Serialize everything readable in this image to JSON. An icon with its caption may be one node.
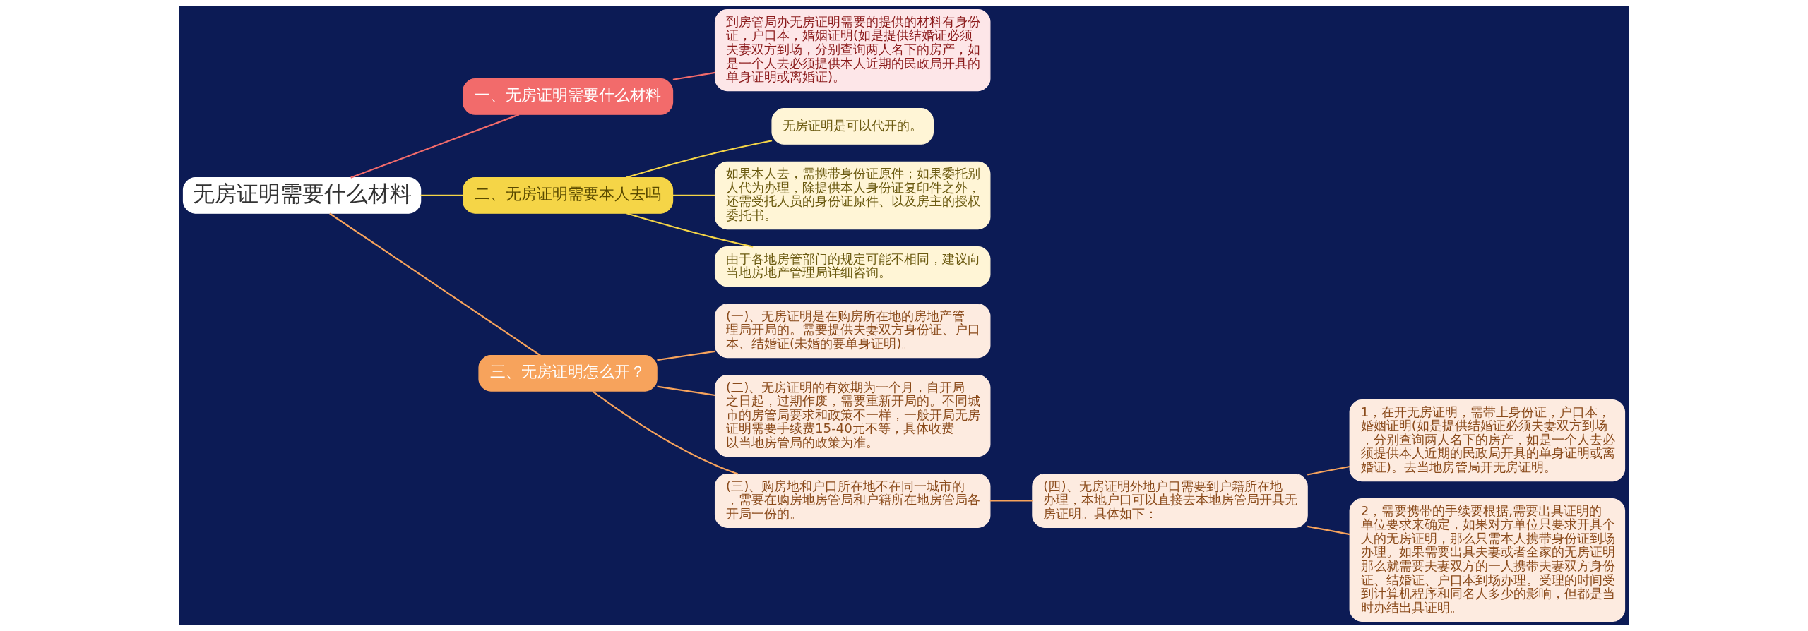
{
  "diagram": {
    "nodes": [
      {
        "text": [
          "无房证明需要什么材料"
        ]
      },
      {
        "text": [
          "一、无房证明需要什么材料"
        ]
      },
      {
        "text": [
          "到房管局办无房证明需要的提供的材料有身份证，户口本，婚姻证明(如是提供结婚证必须夫妻双方到场，分别查询两人名下的房产，如是一个人去必须提供本人近期的民政局开具的单身证明或离婚证)。"
        ]
      },
      {
        "text": [
          "二、无房证明需要本人去吗"
        ]
      },
      {
        "text": [
          "无房证明是可以代开的。"
        ]
      },
      {
        "text": [
          "如果本人去，需携带身份证原件；如果委托别人代为办理，除提供本人身份证复印件之外，还需受托人员的身份证原件、以及房主的授权委托书。"
        ]
      },
      {
        "text": [
          "由于各地房管部门的规定可能不相同，建议向当地房地产管理局详细咨询。"
        ]
      },
      {
        "text": [
          "三、无房证明怎么开？"
        ]
      },
      {
        "text": [
          "(一)、无房证明是在购房所在地的房地产管理局开局的。需要提供夫妻双方身份证、户口本、结婚证(未婚的要单身证明)。"
        ]
      },
      {
        "text": [
          "(二)、无房证明的有效期为一个月，自开局之日起，过期作废，需要重新开局的。不同城市的房管局要求和政策不一样，一般开局无房证明需要手续费15-40元不等，具体收费以当地房管局的政策为准。"
        ]
      },
      {
        "text": [
          "(三)、购房地和户口所在地不在同一城市的，需要在购房地房管局和户籍所在地房管局各开局一份的。"
        ]
      },
      {
        "text": [
          "(四)、无房证明外地户口需要到户籍所在地办理，本地户口可以直接去本地房管局开具无房证明。具体如下："
        ]
      },
      {
        "text": [
          "1，在开无房证明，需带上身份证，户口本，婚姻证明(如是提供结婚证必须夫妻双方到场，分别查询两人名下的房产，如是一个人去必须提供本人近期的民政局开具的单身证明或离婚证)。去当地房管局开无房证明。"
        ]
      },
      {
        "text": [
          "2，需要携带的手续要根据,需要出具证明的单位要求来确定，如果对方单位只要求开具个人的无房证明，那么只需本人携带身份证到场办理。如果需要出具夫妻或者全家的无房证明那么就需要夫妻双方的一人携带夫妻双方身份证、结婚证、户口本到场办理。受理的时间受到计算机程序和同名人多少的影响，但都是当时办结出具证明。"
        ]
      }
    ],
    "edges": [
      {
        "from": 0,
        "to": 1,
        "arrow": "none",
        "color": "#f26b6b"
      },
      {
        "from": 1,
        "to": 2,
        "arrow": "none",
        "color": "#f26b6b"
      },
      {
        "from": 0,
        "to": 3,
        "arrow": "none",
        "color": "#f5d547"
      },
      {
        "from": 3,
        "to": 4,
        "arrow": "none",
        "color": "#f5d547"
      },
      {
        "from": 3,
        "to": 5,
        "arrow": "none",
        "color": "#f5d547"
      },
      {
        "from": 3,
        "to": 6,
        "arrow": "none",
        "color": "#f5d547"
      },
      {
        "from": 0,
        "to": 7,
        "arrow": "none"
      },
      {
        "from": 7,
        "to": 8,
        "arrow": "none"
      },
      {
        "from": 7,
        "to": 9,
        "arrow": "none"
      },
      {
        "from": 7,
        "to": 10,
        "arrow": "none"
      },
      {
        "from": 10,
        "to": 11,
        "arrow": "none"
      },
      {
        "from": 11,
        "to": 12,
        "arrow": "none"
      },
      {
        "from": 11,
        "to": 13,
        "arrow": "none"
      }
    ]
  }
}
